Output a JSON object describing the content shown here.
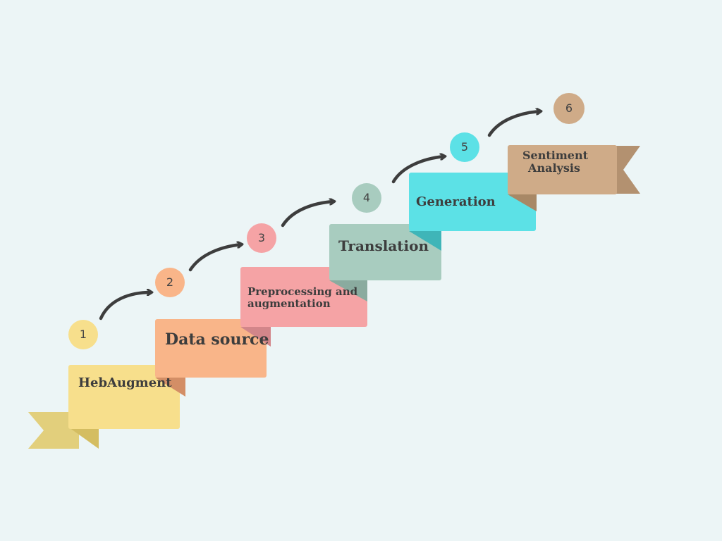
{
  "colors": {
    "background": "#ecf5f6",
    "arrow": "#3d3d3d",
    "text": "#3d3d3d"
  },
  "steps": [
    {
      "number": "1",
      "label": "HebAugment",
      "colors": {
        "box": "#f7df8c",
        "fold": "#d4bd61",
        "circle": "#f7df8c",
        "ribbon": "#e2cf7c"
      }
    },
    {
      "number": "2",
      "label": "Data source",
      "colors": {
        "box": "#f9b589",
        "fold": "#d38e66",
        "circle": "#f9b589"
      }
    },
    {
      "number": "3",
      "label": "Preprocessing and\naugmentation",
      "colors": {
        "box": "#f5a3a5",
        "fold": "#d2868a",
        "circle": "#f5a3a5"
      }
    },
    {
      "number": "4",
      "label": "Translation",
      "colors": {
        "box": "#a8ccbf",
        "fold": "#8aab9f",
        "circle": "#a8ccbf"
      }
    },
    {
      "number": "5",
      "label": "Generation",
      "colors": {
        "box": "#5ce1e6",
        "fold": "#3fb5b8",
        "circle": "#5ce1e6"
      }
    },
    {
      "number": "6",
      "label": "Sentiment\nAnalysis",
      "colors": {
        "box": "#cfab88",
        "fold": "#a88866",
        "circle": "#cfab88",
        "ribbon": "#b39170"
      }
    }
  ]
}
